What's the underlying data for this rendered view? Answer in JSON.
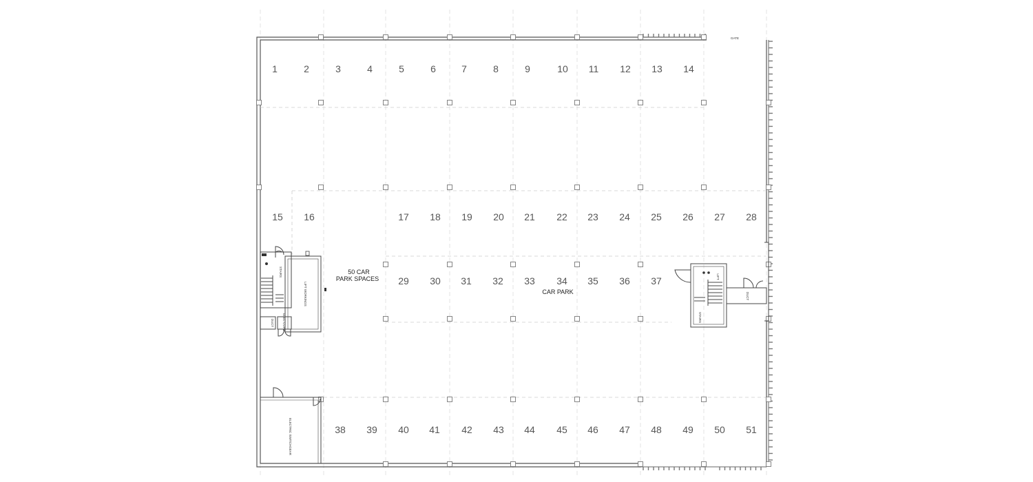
{
  "labels": {
    "gate": "GATE",
    "capacity_line1": "50 CAR",
    "capacity_line2": "PARK SPACES",
    "car_park": "CAR PARK",
    "stairs": "STAIRS",
    "lift": "LIFT",
    "lift_workings": "LIFT WORKINGS",
    "duct": "DUCT",
    "elec_cupd": "ELEC CUPD",
    "electric_switchgear": "ELECTRIC SWITCHGEAR"
  },
  "bays": {
    "row1": [
      "1",
      "2",
      "3",
      "4",
      "5",
      "6",
      "7",
      "8",
      "9",
      "10",
      "11",
      "12",
      "13",
      "14"
    ],
    "row2": [
      "15",
      "16",
      "17",
      "18",
      "19",
      "20",
      "21",
      "22",
      "23",
      "24",
      "25",
      "26",
      "27",
      "28"
    ],
    "row3": [
      "29",
      "30",
      "31",
      "32",
      "33",
      "34",
      "35",
      "36",
      "37"
    ],
    "row4": [
      "38",
      "39",
      "40",
      "41",
      "42",
      "43",
      "44",
      "45",
      "46",
      "47",
      "48",
      "49",
      "50",
      "51"
    ]
  },
  "colors": {
    "wall": "#555555",
    "grid": "#cccccc",
    "bay_text": "#555555"
  }
}
